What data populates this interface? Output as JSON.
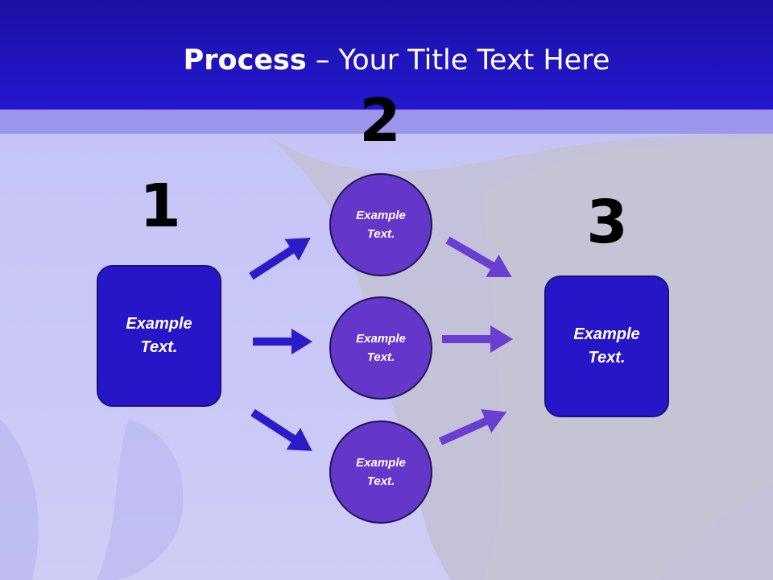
{
  "slide": {
    "title_bold": "Process",
    "title_rest": " – Your Title Text Here"
  },
  "steps": [
    {
      "number": "1",
      "label": "Example\nText."
    },
    {
      "number": "2",
      "label": "Example\nText."
    },
    {
      "number": "3",
      "label": "Example\nText."
    }
  ],
  "circles": [
    {
      "label": "Example\nText."
    },
    {
      "label": "Example\nText."
    },
    {
      "label": "Example\nText."
    }
  ],
  "colors": {
    "header": "#2417cf",
    "box_fill": "#2716c8",
    "circle_fill": "#6536ca",
    "arrow_left": "#2a1cc8",
    "arrow_right": "#6a3ed0"
  }
}
